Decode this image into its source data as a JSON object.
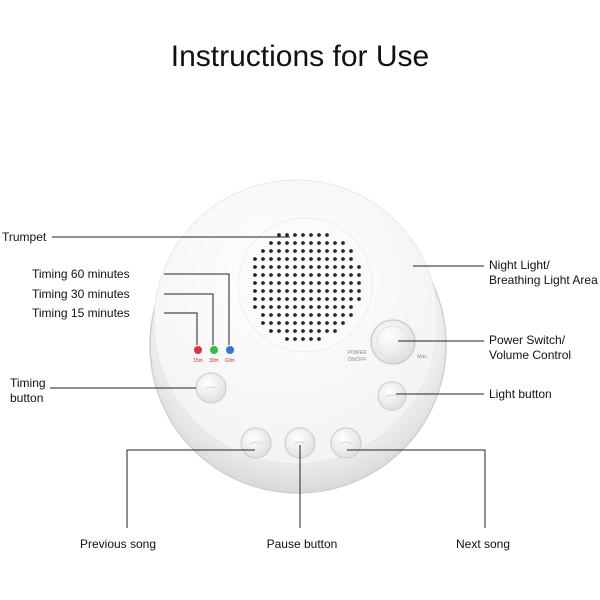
{
  "title": "Instructions for Use",
  "device": {
    "timer_led_labels": [
      "15m",
      "30m",
      "60m"
    ],
    "led_colors": [
      "#e0303a",
      "#2ec23a",
      "#2f74e0"
    ],
    "knob_left_label_line1": "POWER",
    "knob_left_label_line2": "ON/OFF",
    "knob_right_label": "Max"
  },
  "callouts": {
    "trumpet": "Trumpet",
    "timing_60": "Timing 60 minutes",
    "timing_30": "Timing 30 minutes",
    "timing_15": "Timing 15 minutes",
    "timing_button_line1": "Timing",
    "timing_button_line2": "button",
    "night_light_line1": "Night Light/",
    "night_light_line2": "Breathing Light Area",
    "power_switch_line1": "Power Switch/",
    "power_switch_line2": "Volume Control",
    "light_button": "Light button",
    "previous_song": "Previous song",
    "pause_button": "Pause button",
    "next_song": "Next song"
  }
}
